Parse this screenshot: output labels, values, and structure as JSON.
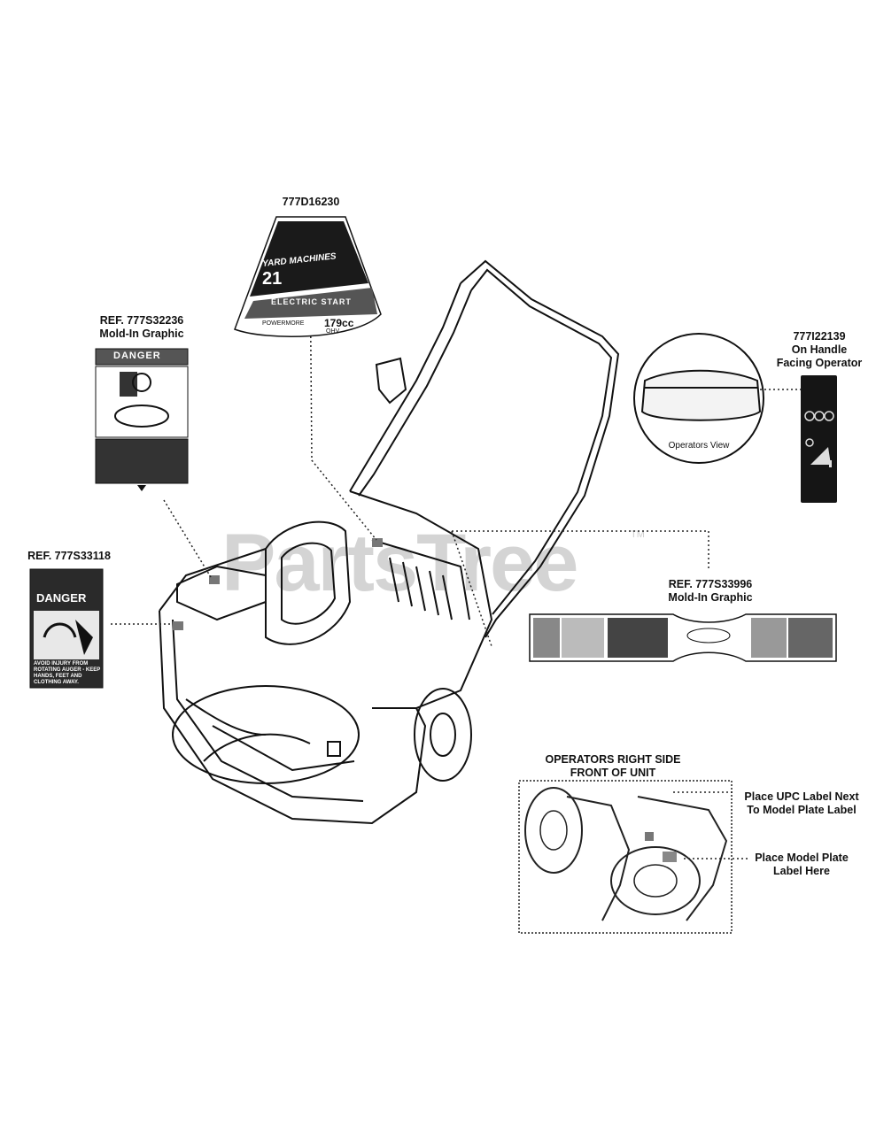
{
  "watermark": {
    "text": "PartsTree",
    "tm": "TM"
  },
  "labels": {
    "decal_top": "777D16230",
    "ref_32236_line1": "REF. 777S32236",
    "ref_32236_line2": "Mold-In Graphic",
    "handle_line1": "777I22139",
    "handle_line2": "On Handle",
    "handle_line3": "Facing Operator",
    "operators_view": "Operators View",
    "ref_33118": "REF. 777S33118",
    "ref_33996_line1": "REF. 777S33996",
    "ref_33996_line2": "Mold-In Graphic",
    "right_side_line1": "OPERATORS RIGHT SIDE",
    "right_side_line2": "FRONT OF UNIT",
    "upc_line1": "Place UPC Label Next",
    "upc_line2": "To Model Plate Label",
    "model_line1": "Place Model Plate",
    "model_line2": "Label Here"
  },
  "decal_text": {
    "brand": "YARD MACHINES",
    "big_number": "21",
    "electric_start": "ELECTRIC START",
    "powermore": "POWERMORE",
    "displacement": "179cc",
    "ohv": "OHV",
    "danger_header": "DANGER",
    "danger_sign": "DANGER",
    "danger_sign_text": "AVOID INJURY FROM ROTATING AUGER - KEEP HANDS, FEET AND CLOTHING AWAY."
  }
}
